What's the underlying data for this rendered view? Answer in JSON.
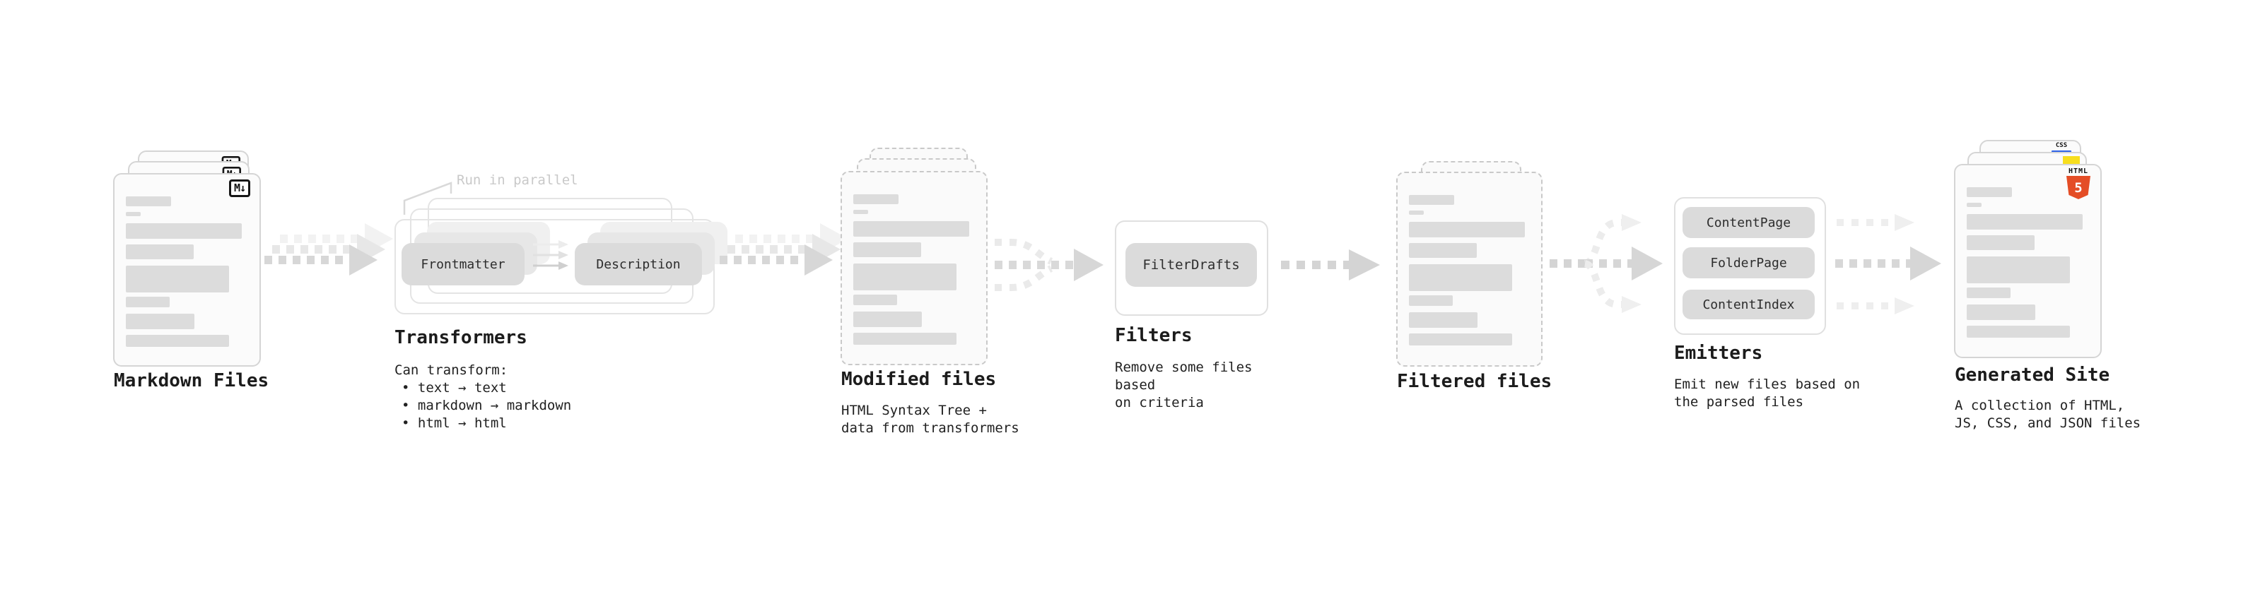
{
  "stages": {
    "markdown": {
      "title": "Markdown Files"
    },
    "transformers": {
      "title": "Transformers",
      "annotation": "Run in parallel",
      "chips": [
        "Frontmatter",
        "Description"
      ],
      "lead": "Can transform:",
      "bullets": [
        "• text → text",
        "• markdown → markdown",
        "• html → html"
      ]
    },
    "modified": {
      "title": "Modified files",
      "subtitle": "HTML Syntax Tree +\ndata from transformers"
    },
    "filters": {
      "title": "Filters",
      "chip": "FilterDrafts",
      "subtitle": "Remove some files based\non criteria"
    },
    "filtered": {
      "title": "Filtered files"
    },
    "emitters": {
      "title": "Emitters",
      "chips": [
        "ContentPage",
        "FolderPage",
        "ContentIndex"
      ],
      "subtitle": "Emit new files based on\nthe parsed files"
    },
    "generated": {
      "title": "Generated Site",
      "subtitle": "A collection of HTML,\nJS, CSS, and JSON files"
    }
  },
  "badges": {
    "markdown": "M↓",
    "html_label": "HTML",
    "html_number": "5",
    "css": "CSS"
  },
  "colors": {
    "html5_orange": "#e44d26",
    "js_yellow": "#f7de1e",
    "css_blue": "#2e63e7",
    "arrow_gray": "#d7d7d7",
    "text_dark": "#1c1c1c",
    "muted_label": "#c9c9c9"
  }
}
